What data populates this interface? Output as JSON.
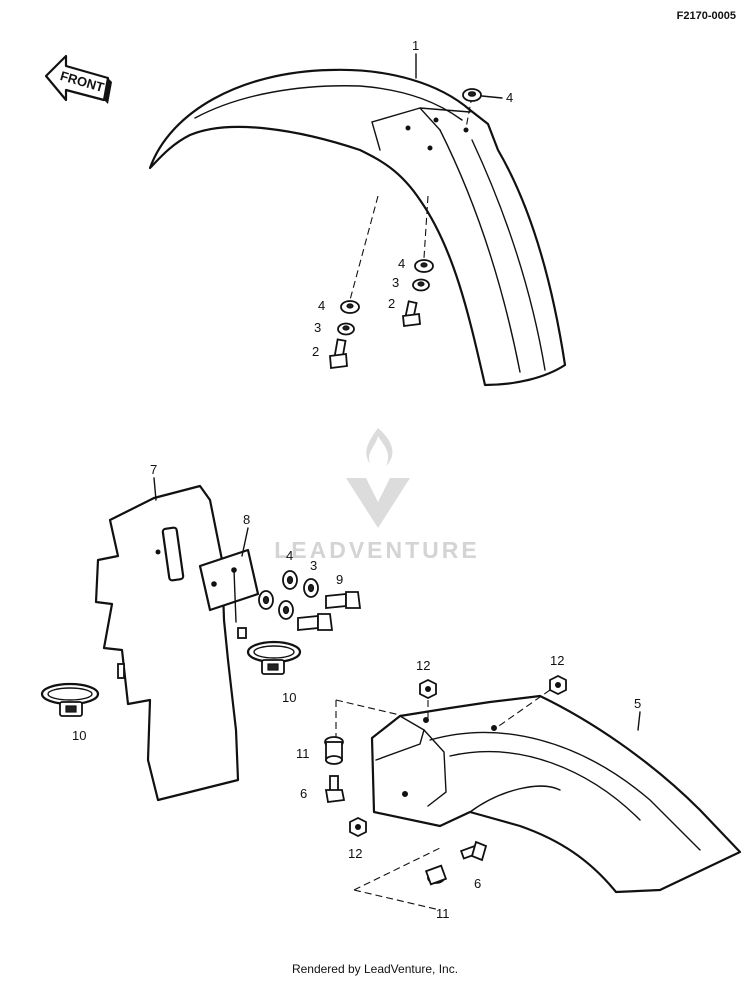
{
  "header": {
    "document_code": "F2170-0005"
  },
  "front_arrow": {
    "label": "FRONT"
  },
  "callouts": {
    "c1": "1",
    "c2a": "2",
    "c2b": "2",
    "c3a": "3",
    "c3b": "3",
    "c3c": "3",
    "c4a": "4",
    "c4b": "4",
    "c4c": "4",
    "c4d": "4",
    "c5": "5",
    "c6a": "6",
    "c6b": "6",
    "c7": "7",
    "c8": "8",
    "c9": "9",
    "c10a": "10",
    "c10b": "10",
    "c11a": "11",
    "c11b": "11",
    "c12a": "12",
    "c12b": "12",
    "c12c": "12"
  },
  "watermark": {
    "text": "LEADVENTURE"
  },
  "footer": {
    "text": "Rendered by LeadVenture, Inc."
  }
}
